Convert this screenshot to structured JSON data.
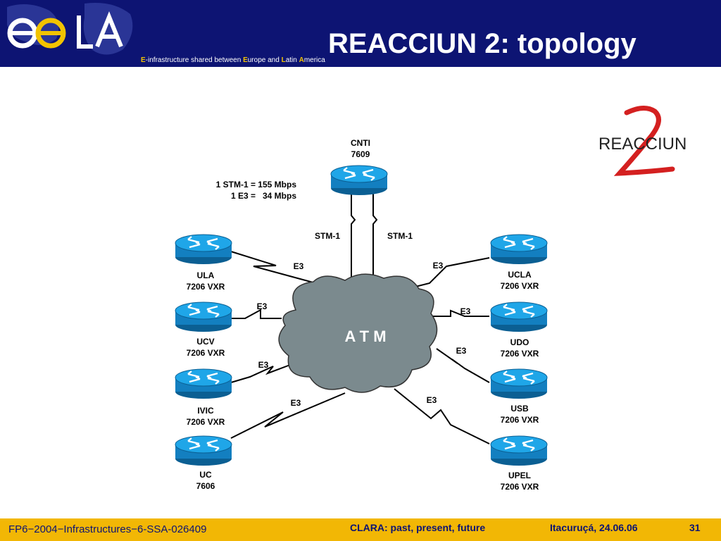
{
  "header": {
    "title": "REACCIUN 2: topology",
    "tagline": [
      {
        "text": "E",
        "hl": true
      },
      {
        "text": "-infrastructure shared between ",
        "hl": false
      },
      {
        "text": "E",
        "hl": true
      },
      {
        "text": "urope and ",
        "hl": false
      },
      {
        "text": "L",
        "hl": true
      },
      {
        "text": "atin ",
        "hl": false
      },
      {
        "text": "A",
        "hl": true
      },
      {
        "text": "merica",
        "hl": false
      }
    ],
    "logo_text": "ee LA"
  },
  "brand_logo": "REACCIUN",
  "legend": {
    "line1": "1 STM-1 = 155 Mbps",
    "line2": "1 E3 =   34 Mbps"
  },
  "cloud_label": "A T M",
  "nodes": {
    "cnti": {
      "name": "CNTI",
      "model": "7609"
    },
    "ula": {
      "name": "ULA",
      "model": "7206 VXR"
    },
    "ucv": {
      "name": "UCV",
      "model": "7206 VXR"
    },
    "ivic": {
      "name": "IVIC",
      "model": "7206 VXR"
    },
    "uc": {
      "name": "UC",
      "model": "7606"
    },
    "ucla": {
      "name": "UCLA",
      "model": "7206 VXR"
    },
    "udo": {
      "name": "UDO",
      "model": "7206 VXR"
    },
    "usb": {
      "name": "USB",
      "model": "7206 VXR"
    },
    "upel": {
      "name": "UPEL",
      "model": "7206 VXR"
    }
  },
  "links": {
    "stm_left": "STM-1",
    "stm_right": "STM-1",
    "e3_ula": "E3",
    "e3_ucv": "E3",
    "e3_ivic": "E3",
    "e3_uc": "E3",
    "e3_ucla": "E3",
    "e3_udo": "E3",
    "e3_usb": "E3",
    "e3_upel": "E3"
  },
  "colors": {
    "header_bg": "#0d1473",
    "footer_bg": "#f2b705",
    "router_blue": "#1a9fe0",
    "cloud_fill": "#7b8a8e",
    "accent_yellow": "#f2c300"
  },
  "footer": {
    "project": "FP6−2004−Infrastructures−6-SSA-026409",
    "talk": "CLARA: past, present, future",
    "date": "Itacuruçá, 24.06.06",
    "page": "31"
  }
}
